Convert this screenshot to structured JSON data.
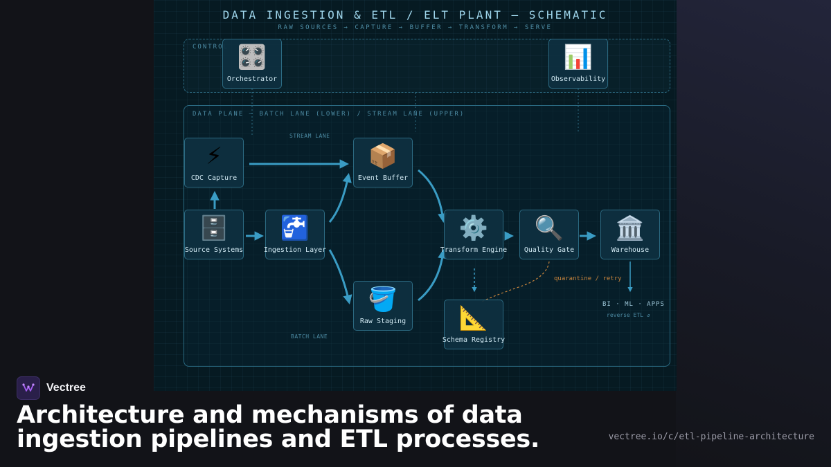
{
  "diagram": {
    "title": "DATA INGESTION & ETL / ELT PLANT — SCHEMATIC",
    "subtitle": "RAW SOURCES → CAPTURE → BUFFER → TRANSFORM → SERVE",
    "control_zone_label": "CONTROL",
    "data_zone_label": "DATA PLANE — BATCH LANE (LOWER) / STREAM LANE (UPPER)",
    "stream_lane_label": "STREAM LANE",
    "batch_lane_label": "BATCH LANE",
    "nodes": {
      "orchestrator": {
        "label": "Orchestrator",
        "icon": "control-knobs-icon",
        "glyph": "🎛️"
      },
      "observability": {
        "label": "Observability",
        "icon": "bar-chart-icon",
        "glyph": "📊"
      },
      "cdc_capture": {
        "label": "CDC Capture",
        "icon": "lightning-icon",
        "glyph": "⚡"
      },
      "event_buffer": {
        "label": "Event Buffer",
        "icon": "package-icon",
        "glyph": "📦"
      },
      "source_systems": {
        "label": "Source Systems",
        "icon": "file-cabinet-icon",
        "glyph": "🗄️"
      },
      "ingestion_layer": {
        "label": "Ingestion Layer",
        "icon": "water-tap-icon",
        "glyph": "🚰"
      },
      "transform_engine": {
        "label": "Transform Engine",
        "icon": "gear-icon",
        "glyph": "⚙️"
      },
      "quality_gate": {
        "label": "Quality Gate",
        "icon": "magnifier-icon",
        "glyph": "🔍"
      },
      "warehouse": {
        "label": "Warehouse",
        "icon": "classical-building-icon",
        "glyph": "🏛️"
      },
      "raw_staging": {
        "label": "Raw Staging",
        "icon": "bucket-icon",
        "glyph": "🪣"
      },
      "schema_registry": {
        "label": "Schema Registry",
        "icon": "triangle-ruler-icon",
        "glyph": "📐"
      }
    },
    "quarantine_label": "quarantine / retry",
    "consumers_label": "BI · ML · APPS",
    "reverse_etl_label": "reverse ETL ↺",
    "colors": {
      "accent": "#3a9cc4",
      "quarantine": "#c8843c",
      "node_border": "#2c6a82"
    }
  },
  "footer": {
    "brand_name": "Vectree",
    "headline": "Architecture and mechanisms of data ingestion pipelines and ETL processes.",
    "url": "vectree.io/c/etl-pipeline-architecture",
    "brand_color": "#a35cf0"
  }
}
